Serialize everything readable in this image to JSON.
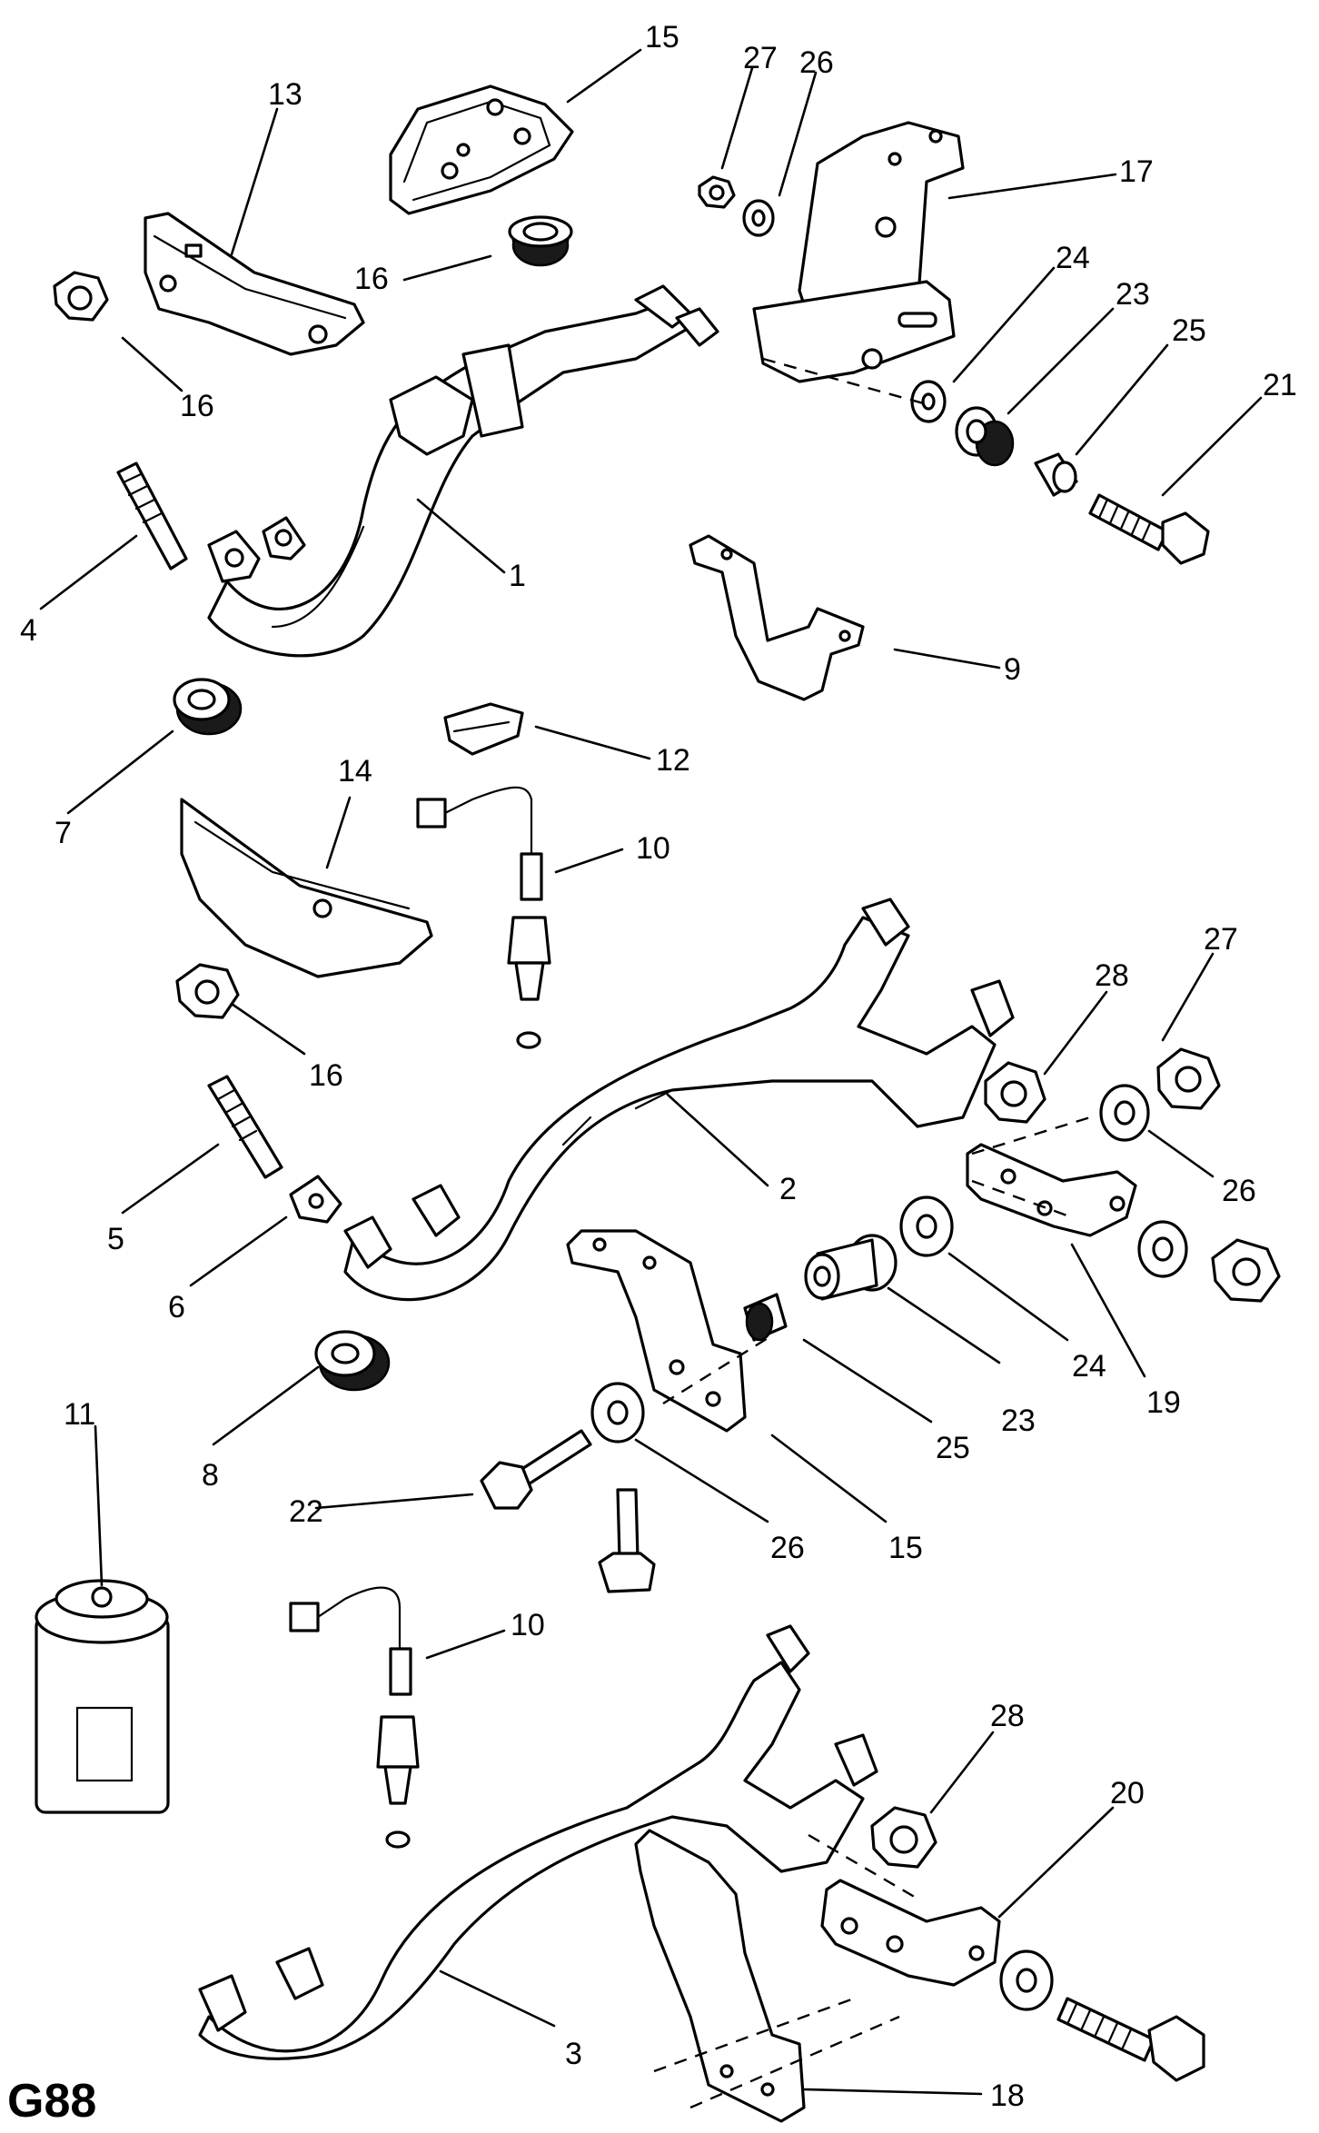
{
  "page_code": "G88",
  "callouts": [
    {
      "id": "c15a",
      "text": "15"
    },
    {
      "id": "c13",
      "text": "13"
    },
    {
      "id": "c27a",
      "text": "27"
    },
    {
      "id": "c26a",
      "text": "26"
    },
    {
      "id": "c17",
      "text": "17"
    },
    {
      "id": "c16a",
      "text": "16"
    },
    {
      "id": "c16b",
      "text": "16"
    },
    {
      "id": "c24a",
      "text": "24"
    },
    {
      "id": "c23a",
      "text": "23"
    },
    {
      "id": "c25a",
      "text": "25"
    },
    {
      "id": "c21",
      "text": "21"
    },
    {
      "id": "c1",
      "text": "1"
    },
    {
      "id": "c4",
      "text": "4"
    },
    {
      "id": "c9",
      "text": "9"
    },
    {
      "id": "c12",
      "text": "12"
    },
    {
      "id": "c7",
      "text": "7"
    },
    {
      "id": "c14",
      "text": "14"
    },
    {
      "id": "c10a",
      "text": "10"
    },
    {
      "id": "c27b",
      "text": "27"
    },
    {
      "id": "c28a",
      "text": "28"
    },
    {
      "id": "c16c",
      "text": "16"
    },
    {
      "id": "c2",
      "text": "2"
    },
    {
      "id": "c26b",
      "text": "26"
    },
    {
      "id": "c5",
      "text": "5"
    },
    {
      "id": "c6",
      "text": "6"
    },
    {
      "id": "c24b",
      "text": "24"
    },
    {
      "id": "c19",
      "text": "19"
    },
    {
      "id": "c23b",
      "text": "23"
    },
    {
      "id": "c8",
      "text": "8"
    },
    {
      "id": "c25b",
      "text": "25"
    },
    {
      "id": "c11",
      "text": "11"
    },
    {
      "id": "c22",
      "text": "22"
    },
    {
      "id": "c26c",
      "text": "26"
    },
    {
      "id": "c15b",
      "text": "15"
    },
    {
      "id": "c10b",
      "text": "10"
    },
    {
      "id": "c28b",
      "text": "28"
    },
    {
      "id": "c20",
      "text": "20"
    },
    {
      "id": "c3",
      "text": "3"
    },
    {
      "id": "c18",
      "text": "18"
    }
  ]
}
